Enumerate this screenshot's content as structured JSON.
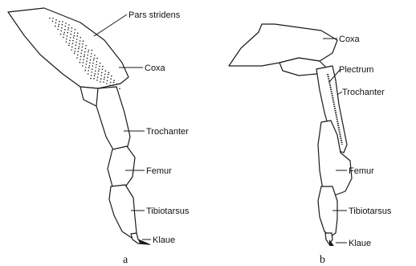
{
  "figure_a": {
    "panel_label": "a",
    "labels": {
      "pars_stridens": "Pars stridens",
      "coxa": "Coxa",
      "trochanter": "Trochanter",
      "femur": "Femur",
      "tibiotarsus": "Tibiotarsus",
      "klaue": "Klaue"
    }
  },
  "figure_b": {
    "panel_label": "b",
    "labels": {
      "coxa": "Coxa",
      "plectrum": "Plectrum",
      "trochanter": "Trochanter",
      "femur": "Femur",
      "tibiotarsus": "Tibiotarsus",
      "klaue": "Klaue"
    }
  }
}
